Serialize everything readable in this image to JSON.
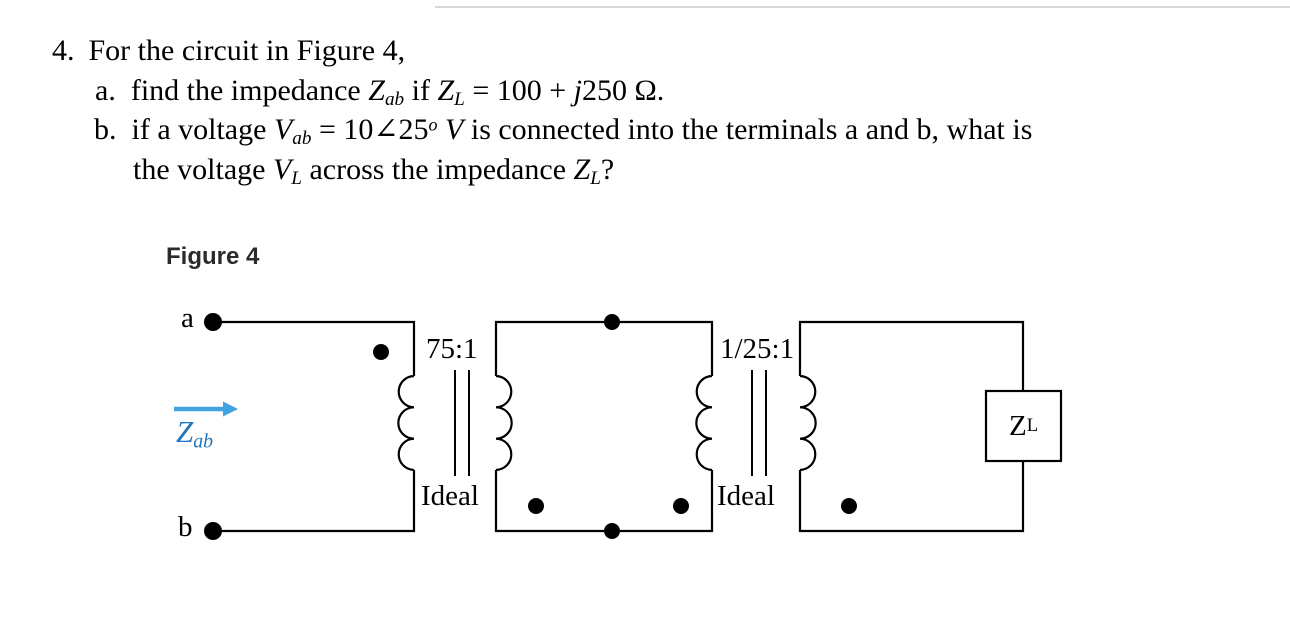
{
  "problem": {
    "number": "4.",
    "intro": "For the circuit in Figure 4,",
    "part_a": {
      "label": "a.",
      "s1": "find the impedance ",
      "z1": "Z",
      "z1sub": "ab",
      "s2": " if ",
      "z2": "Z",
      "z2sub": "L",
      "s3": " = 100 + ",
      "j": "j",
      "s4": "250 Ω."
    },
    "part_b": {
      "label": "b.",
      "s1": "if a voltage ",
      "v1": "V",
      "v1sub": "ab",
      "s2": " = 10∠25",
      "deg": "o",
      "sp": " ",
      "vunit": "V",
      "s3": " is connected into the terminals a and b, what is",
      "t1": "the voltage ",
      "v2": "V",
      "v2sub": "L",
      "t2": " across the impedance ",
      "z": "Z",
      "zsub": "L",
      "t3": "?"
    }
  },
  "figure": {
    "title": "Figure 4",
    "terminals": {
      "a": "a",
      "b": "b"
    },
    "impedance_arrow": {
      "main": "Z",
      "sub": "ab"
    },
    "transformer1": {
      "ratio": "75:1",
      "type": "Ideal"
    },
    "transformer2": {
      "ratio": "1/25:1",
      "type": "Ideal"
    },
    "load": {
      "main": "Z",
      "sub": "L"
    },
    "colors": {
      "wire": "#000000",
      "zab_text": "#2176c0",
      "zab_arrow": "#41a3e0"
    }
  }
}
